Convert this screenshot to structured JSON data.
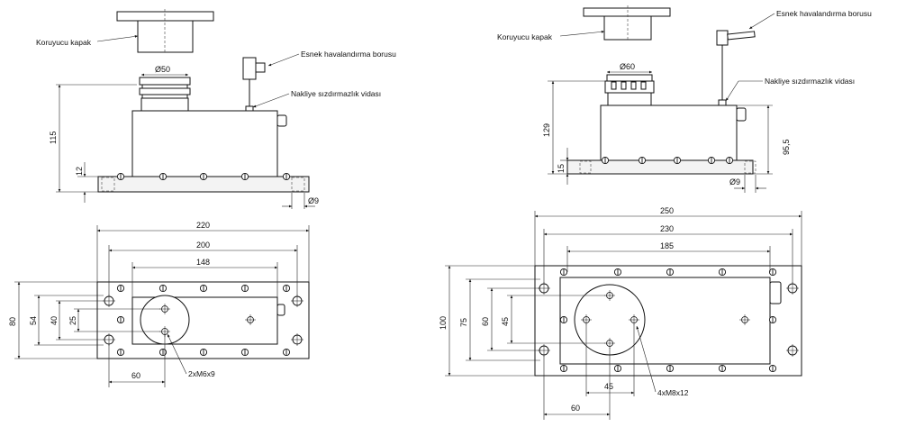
{
  "left_drawing": {
    "labels": {
      "cover": "Koruyucu kapak",
      "vent": "Esnek havalandırma borusu",
      "screw": "Nakliye sızdırmazlık vidası",
      "holes": "2xM6x9"
    },
    "dims": {
      "d50": "Ø50",
      "h115": "115",
      "h12": "12",
      "d9": "Ø9",
      "w220": "220",
      "w200": "200",
      "w148": "148",
      "v80": "80",
      "v54": "54",
      "v40": "40",
      "v25": "25",
      "w60": "60"
    }
  },
  "right_drawing": {
    "labels": {
      "cover": "Koruyucu kapak",
      "vent": "Esnek havalandırma borusu",
      "screw": "Nakliye sızdırmazlık vidası",
      "holes": "4xM8x12"
    },
    "dims": {
      "d60": "Ø60",
      "h129": "129",
      "h95": "95,5",
      "h15": "15",
      "d9": "Ø9",
      "w250": "250",
      "w230": "230",
      "w185": "185",
      "v100": "100",
      "v75": "75",
      "v60": "60",
      "v45": "45",
      "w45": "45",
      "w60": "60"
    }
  }
}
